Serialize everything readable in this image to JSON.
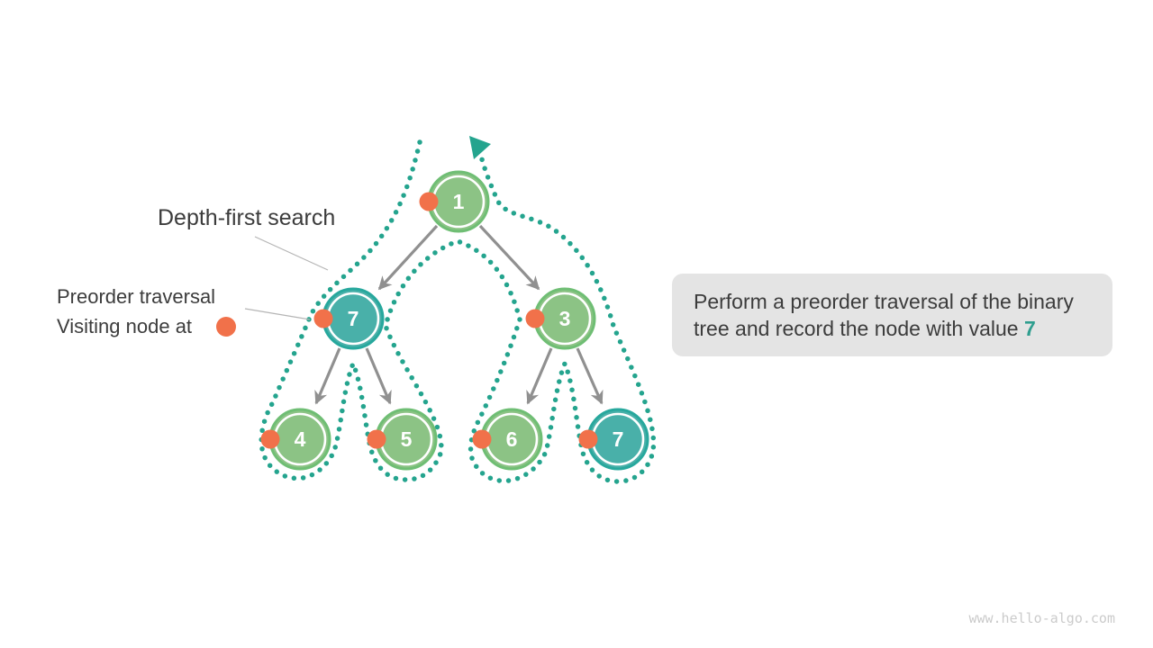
{
  "labels": {
    "dfs": "Depth-first search",
    "traversal_type": "Preorder traversal",
    "visiting": "Visiting node at"
  },
  "callout": {
    "line1": "Perform a preorder traversal of the binary",
    "line2": "tree and record the node with value ",
    "highlight": "7"
  },
  "tree": {
    "nodes": [
      {
        "value": "1",
        "color": "green",
        "role": "root"
      },
      {
        "value": "7",
        "color": "teal",
        "role": "left-child-of-1"
      },
      {
        "value": "3",
        "color": "green",
        "role": "right-child-of-1"
      },
      {
        "value": "4",
        "color": "green",
        "role": "left-child-of-7"
      },
      {
        "value": "5",
        "color": "green",
        "role": "right-child-of-7"
      },
      {
        "value": "6",
        "color": "green",
        "role": "left-child-of-3"
      },
      {
        "value": "7",
        "color": "teal",
        "role": "right-child-of-3"
      }
    ],
    "edges": [
      [
        0,
        1
      ],
      [
        0,
        2
      ],
      [
        1,
        3
      ],
      [
        1,
        4
      ],
      [
        2,
        5
      ],
      [
        2,
        6
      ]
    ],
    "visit_marker": "orange dot on left edge of every node",
    "traversal_path": "dotted contour walked counterclockwise around tree ending in arrow at top"
  },
  "colors": {
    "node_green_fill": "#8cc385",
    "node_green_border": "#6fbe74",
    "node_teal_fill": "#49b0a9",
    "node_teal_border": "#27a89d",
    "path_teal": "#24a48e",
    "visit_orange": "#f1714a",
    "edge_gray": "#909090",
    "text_dark": "#3c3c3c",
    "callout_bg": "#e4e4e4",
    "highlight_teal": "#2f9e8f"
  },
  "watermark": "www.hello-algo.com"
}
